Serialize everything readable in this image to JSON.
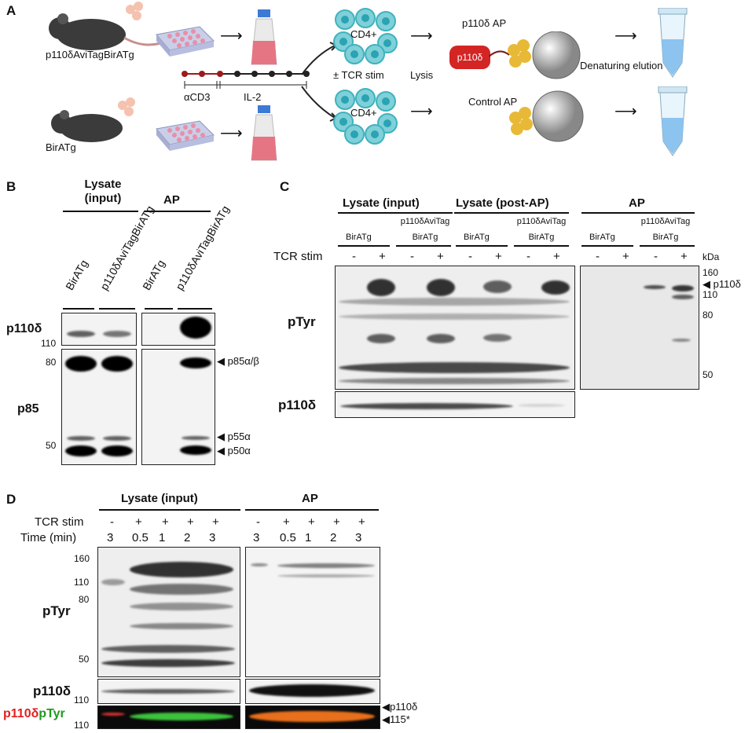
{
  "panelA": {
    "letter": "A",
    "mouse_top": "p110δAviTagBirATg",
    "mouse_bottom": "BirATg",
    "timeline_a": "αCD3",
    "timeline_b": "IL-2",
    "cd4_label": "CD4+",
    "tcr": "± TCR stim",
    "lysis": "Lysis",
    "p110_ap": "p110δ AP",
    "p110_badge": "p110δ",
    "control_ap": "Control AP",
    "elution": "Denaturing elution"
  },
  "panelB": {
    "letter": "B",
    "hdr_lysate": "Lysate (input)",
    "hdr_ap": "AP",
    "lanes": [
      "BirATg",
      "p110δAviTagBirATg",
      "BirATg",
      "p110δAviTagBirATg"
    ],
    "row1": "p110δ",
    "row2": "p85",
    "mw": [
      "110",
      "80",
      "50"
    ],
    "arrows": [
      "p85α/β",
      "p55α",
      "p50α"
    ]
  },
  "panelC": {
    "letter": "C",
    "hdr1": "Lysate (input)",
    "hdr2": "Lysate (post-AP)",
    "hdr3": "AP",
    "sub_a": "BirATg",
    "sub_b": "p110δAviTag",
    "sub_b2": "BirATg",
    "tcr": "TCR stim",
    "signs": [
      "-",
      "+",
      "-",
      "+",
      "-",
      "+",
      "-",
      "+",
      "-",
      "+",
      "-",
      "+"
    ],
    "row1": "pTyr",
    "row2": "p110δ",
    "kda": "kDa",
    "mw": [
      "160",
      "110",
      "80",
      "50"
    ],
    "arrow": "p110δ"
  },
  "panelD": {
    "letter": "D",
    "hdr1": "Lysate (input)",
    "hdr2": "AP",
    "tcr": "TCR stim",
    "time": "Time (min)",
    "signs": [
      "-",
      "+",
      "+",
      "+",
      "+"
    ],
    "times": [
      "3",
      "0.5",
      "1",
      "2",
      "3"
    ],
    "row1": "pTyr",
    "row2": "p110δ",
    "row3_red": "p110δ",
    "row3_green": "pTyr",
    "mw": [
      "160",
      "110",
      "80",
      "50",
      "110",
      "110"
    ],
    "arrows": [
      "p110δ",
      "115*"
    ]
  }
}
